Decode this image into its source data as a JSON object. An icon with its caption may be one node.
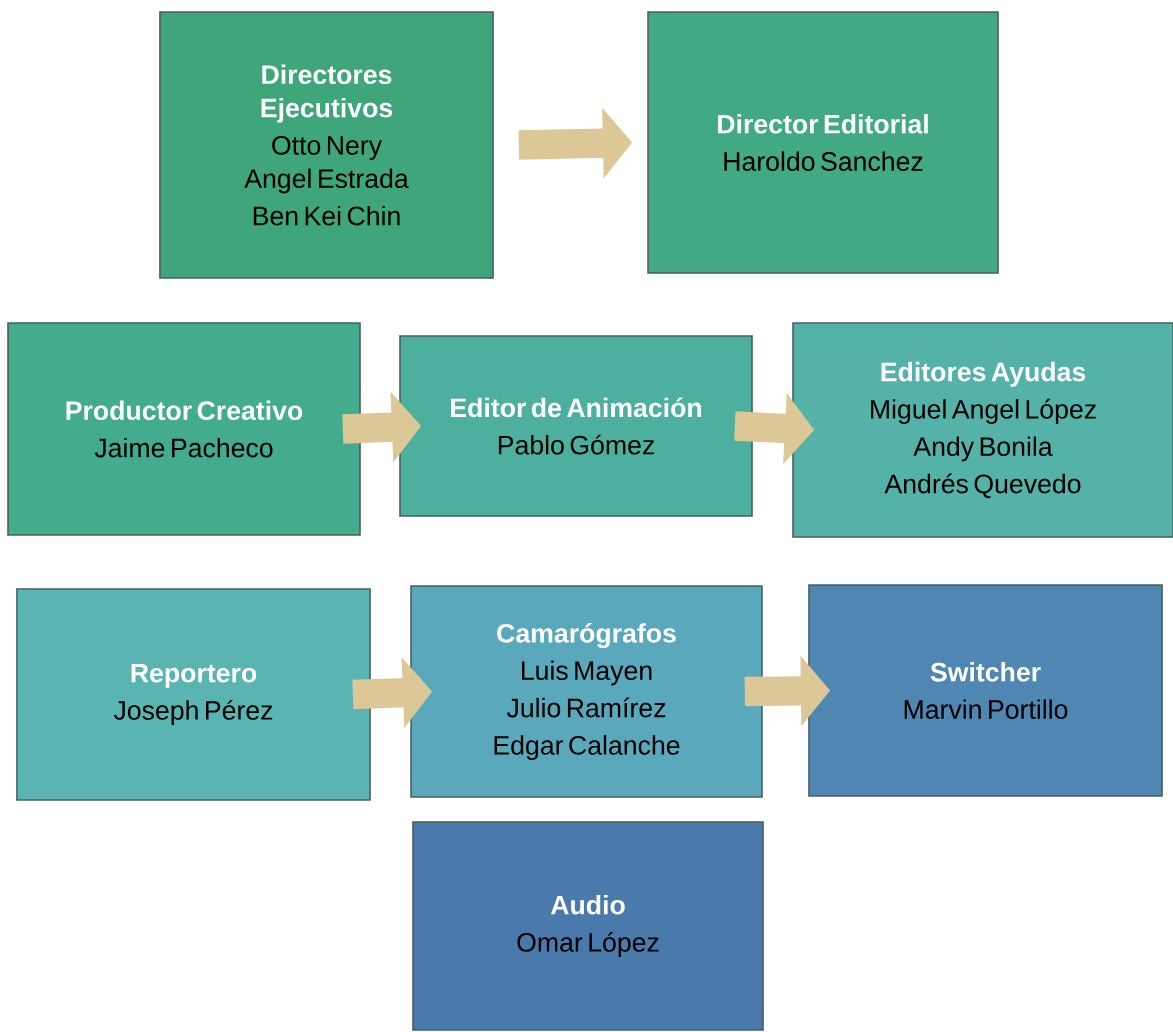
{
  "diagram": {
    "nodes": [
      {
        "text": [
          "Directores Ejecutivos",
          "Otto Nery Angel Estrada",
          "Ben Kei Chin"
        ]
      },
      {
        "text": [
          "Director Editorial",
          "Haroldo Sanchez"
        ]
      },
      {
        "text": [
          "Productor Creativo",
          "Jaime Pacheco"
        ]
      },
      {
        "text": [
          "Editor de Animación",
          "Pablo Gómez"
        ]
      },
      {
        "text": [
          "Editores Ayudas",
          "Miguel Angel López",
          "Andy Bonila",
          "Andrés Quevedo"
        ]
      },
      {
        "text": [
          "Reportero",
          "Joseph Pérez"
        ]
      },
      {
        "text": [
          "Camarógrafos",
          "Luis Mayen",
          "Julio Ramírez",
          "Edgar Calanche"
        ]
      },
      {
        "text": [
          "Switcher",
          "Marvin Portillo"
        ]
      },
      {
        "text": [
          "Audio",
          "Omar López"
        ]
      }
    ],
    "edges": [
      {
        "from": 0,
        "to": 1,
        "arrow": "to"
      },
      {
        "from": 2,
        "to": 3,
        "arrow": "to"
      },
      {
        "from": 3,
        "to": 4,
        "arrow": "to"
      },
      {
        "from": 5,
        "to": 6,
        "arrow": "to"
      },
      {
        "from": 6,
        "to": 7,
        "arrow": "to"
      }
    ]
  }
}
